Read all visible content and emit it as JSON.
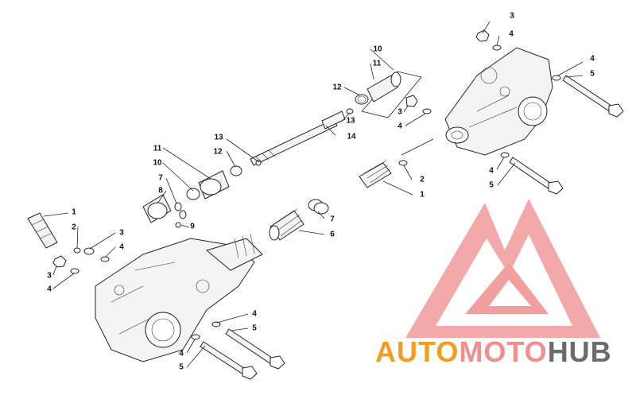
{
  "diagram": {
    "callouts": [
      {
        "label": "3"
      },
      {
        "label": "4"
      },
      {
        "label": "4"
      },
      {
        "label": "5"
      },
      {
        "label": "10"
      },
      {
        "label": "11"
      },
      {
        "label": "12"
      },
      {
        "label": "13"
      },
      {
        "label": "14"
      },
      {
        "label": "3"
      },
      {
        "label": "4"
      },
      {
        "label": "2"
      },
      {
        "label": "1"
      },
      {
        "label": "4"
      },
      {
        "label": "5"
      },
      {
        "label": "13"
      },
      {
        "label": "12"
      },
      {
        "label": "11"
      },
      {
        "label": "10"
      },
      {
        "label": "7"
      },
      {
        "label": "8"
      },
      {
        "label": "9"
      },
      {
        "label": "7"
      },
      {
        "label": "6"
      },
      {
        "label": "1"
      },
      {
        "label": "2"
      },
      {
        "label": "3"
      },
      {
        "label": "4"
      },
      {
        "label": "3"
      },
      {
        "label": "4"
      },
      {
        "label": "4"
      },
      {
        "label": "5"
      },
      {
        "label": "4"
      },
      {
        "label": "5"
      }
    ]
  },
  "watermark": {
    "word1": "AUTO",
    "word2": "MOTO",
    "word3": "HUB",
    "color_primary": "#f39c1e",
    "color_secondary": "#f08f8f",
    "color_tertiary": "#6b6b6b"
  },
  "colors": {
    "line": "#222222",
    "logo_red": "#f0a0a0"
  }
}
